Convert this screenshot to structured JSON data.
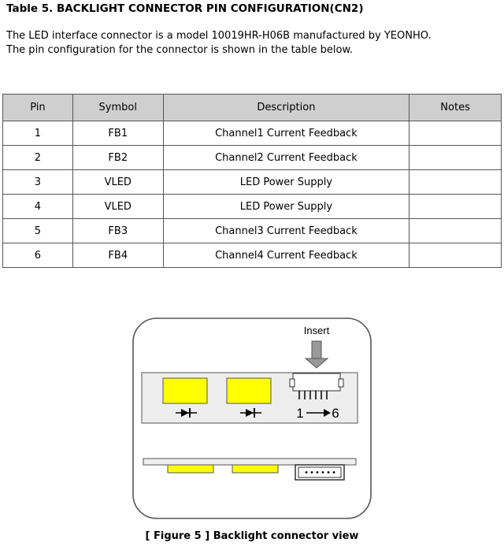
{
  "heading": "Table 5.  BACKLIGHT CONNECTOR PIN CONFIGURATION(CN2)",
  "intro": [
    "The LED interface connector is a model 10019HR-H06B manufactured by YEONHO.",
    "The pin configuration for the connector is shown in the table below."
  ],
  "table": {
    "headers": [
      "Pin",
      "Symbol",
      "Description",
      "Notes"
    ],
    "rows": [
      [
        "1",
        "FB1",
        "Channel1 Current Feedback",
        ""
      ],
      [
        "2",
        "FB2",
        "Channel2 Current Feedback",
        ""
      ],
      [
        "3",
        "VLED",
        "LED Power Supply",
        ""
      ],
      [
        "4",
        "VLED",
        "LED Power Supply",
        ""
      ],
      [
        "5",
        "FB3",
        "Channel3 Current Feedback",
        ""
      ],
      [
        "6",
        "FB4",
        "Channel4 Current Feedback",
        ""
      ]
    ]
  },
  "figure": {
    "insert_label": "Insert",
    "pin_range_start": "1",
    "pin_range_end": "6",
    "led_color": "#ffff00",
    "caption": "[ Figure 5 ] Backlight connector view"
  }
}
